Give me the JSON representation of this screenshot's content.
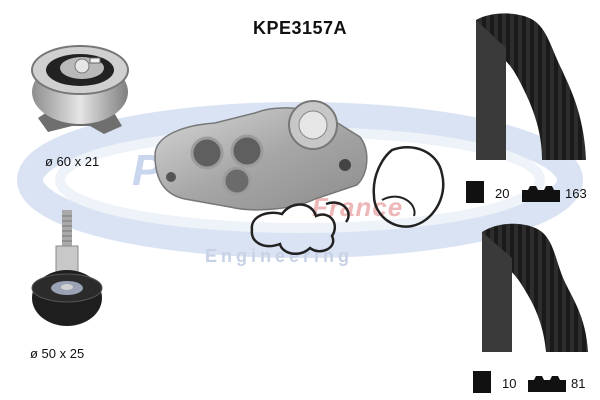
{
  "kit": {
    "code": "KPE3157A"
  },
  "tensioner": {
    "dimension": "ø 60 x 21"
  },
  "idler": {
    "dimension": "ø 50 x 25"
  },
  "belt_primary": {
    "width": "20",
    "teeth": "163"
  },
  "belt_secondary": {
    "width": "10",
    "teeth": "81"
  },
  "watermark": {
    "brand": "ProCodis",
    "region": "France",
    "tagline": "Engineering"
  },
  "colors": {
    "watermark_blue": "#b7c9e6",
    "watermark_red": "#e9a6a6",
    "belt": "#2f2f2f",
    "metal": "#bdbdbd"
  },
  "icons": [
    "belt-width-icon",
    "teeth-count-icon"
  ]
}
